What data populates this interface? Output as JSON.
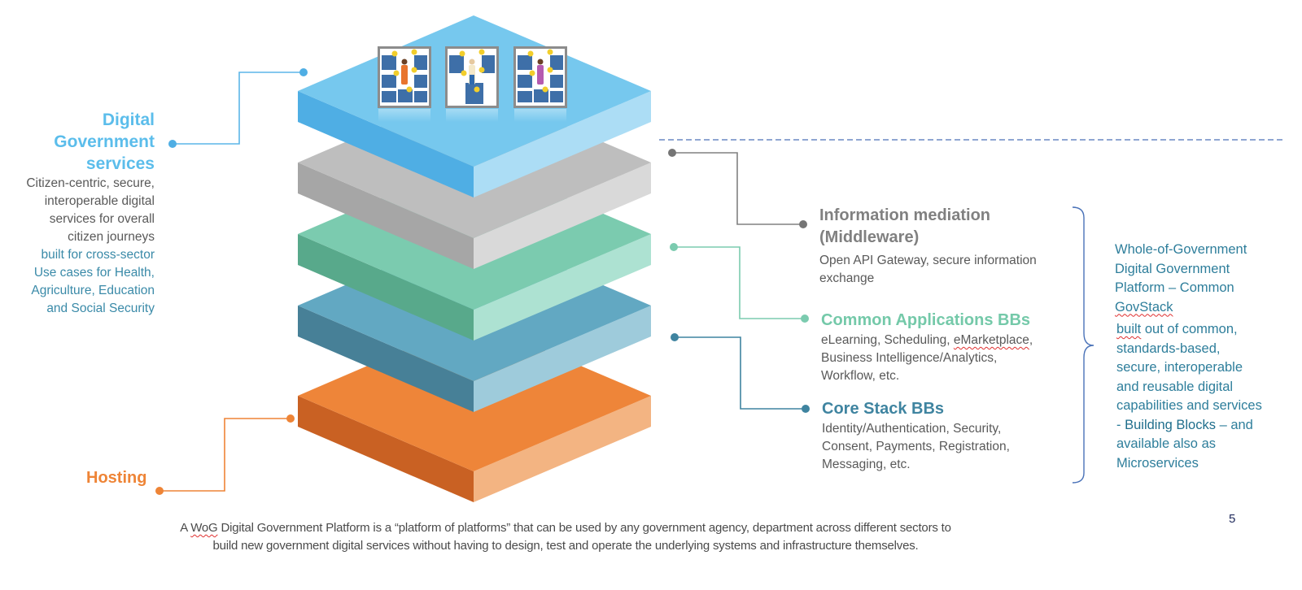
{
  "slide": {
    "page_number": "5",
    "bottom_note": {
      "prefix": "A ",
      "squiggle_word": "WoG",
      "rest": " Digital Government Platform is a “platform of platforms” that can be used by any government agency, department across different sectors to build new government digital services without having to design, test and operate the underlying systems and infrastructure themselves."
    }
  },
  "layers": [
    {
      "id": "digital-government-services",
      "colors": {
        "top": "#76C8EE",
        "left": "#4FAEE4",
        "right": "#ACDDF5"
      }
    },
    {
      "id": "information-mediation",
      "colors": {
        "top": "#BEBEBE",
        "left": "#A6A6A6",
        "right": "#D9D9D9"
      }
    },
    {
      "id": "common-applications",
      "colors": {
        "top": "#7BCBAF",
        "left": "#58A98B",
        "right": "#ADE2D2"
      }
    },
    {
      "id": "core-stack",
      "colors": {
        "top": "#62A8C2",
        "left": "#478097",
        "right": "#9ECBDB"
      }
    },
    {
      "id": "hosting",
      "colors": {
        "top": "#EE8539",
        "left": "#C96123",
        "right": "#F3B482"
      }
    }
  ],
  "left_labels": {
    "digital_services": {
      "title_lines": [
        "Digital",
        "Government",
        "services"
      ],
      "desc_lines": [
        "Citizen-centric, secure,",
        "interoperable digital",
        "services for overall",
        "citizen journeys"
      ],
      "desc2_lines": [
        "built for cross-sector",
        "Use cases for Health,",
        "Agriculture, Education",
        "and Social Security"
      ],
      "color": "#5BBDEB"
    },
    "hosting": {
      "title": "Hosting",
      "color": "#EE8436"
    }
  },
  "right_labels": {
    "middleware": {
      "title_lines": [
        "Information mediation",
        "(Middleware)"
      ],
      "desc_lines": [
        "Open API Gateway, secure information",
        "exchange"
      ],
      "color": "#808080"
    },
    "common_apps": {
      "title": "Common Applications BBs",
      "desc_lines": [
        "eLearning, Scheduling, ",
        "eMarketplace",
        ",",
        "Business Intelligence/Analytics,",
        "Workflow, etc."
      ],
      "color": "#74C9A9"
    },
    "core_stack": {
      "title": "Core Stack BBs",
      "desc_lines": [
        "Identity/Authentication, Security,",
        "Consent, Payments, Registration,",
        "Messaging, etc."
      ],
      "color": "#3F84A0"
    }
  },
  "platform_summary": {
    "title_lines": [
      "Whole-of-Government",
      "Digital Government",
      "Platform –  Common"
    ],
    "title_squiggle": "GovStack",
    "body_first_squiggle": "built",
    "body_first_rest": " out of common,",
    "body_lines": [
      "standards-based,",
      "secure, interoperable",
      "and reusable digital",
      "capabilities and services"
    ],
    "bb_prefix": "- ",
    "bb_label": "Building Blocks",
    "bb_suffix": " – and",
    "tail_lines": [
      "available also as",
      "Microservices"
    ]
  },
  "persona_cards": [
    {
      "name": "persona-card-woman-orange"
    },
    {
      "name": "persona-card-farmer"
    },
    {
      "name": "persona-card-woman-purple"
    }
  ]
}
